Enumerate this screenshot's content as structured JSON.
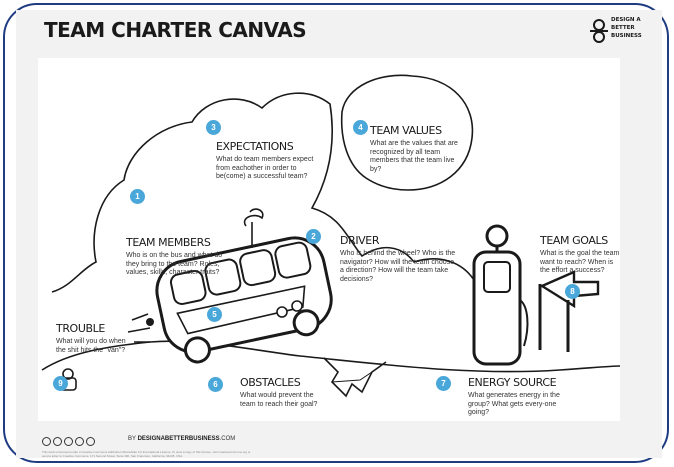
{
  "header": {
    "title": "TEAM CHARTER CANVAS",
    "brand": "DESIGN A\nBETTER\nBUSINESS"
  },
  "blocks": [
    {
      "id": "team-members",
      "number": "1",
      "heading": "TEAM MEMBERS",
      "question": "Who is on the bus and what do they bring to the team? Roles, values, skills, character traits?"
    },
    {
      "id": "driver",
      "number": "2",
      "heading": "DRIVER",
      "question": "Who is behind the wheel? Who is the navigator? How will the team choose a direction? How will the team take decisions?"
    },
    {
      "id": "expectations",
      "number": "3",
      "heading": "EXPECTATIONS",
      "question": "What do team members expect from eachother in order to be(come) a successful team?"
    },
    {
      "id": "team-values",
      "number": "4",
      "heading": "TEAM VALUES",
      "question": "What are the values that are recognized by all team members that the team live by?"
    },
    {
      "id": "purpose",
      "number": "5",
      "heading": "",
      "question": ""
    },
    {
      "id": "obstacles",
      "number": "6",
      "heading": "OBSTACLES",
      "question": "What would prevent the team to reach their goal?"
    },
    {
      "id": "energy-source",
      "number": "7",
      "heading": "ENERGY SOURCE",
      "question": "What generates energy in the group? What gets every-one going?"
    },
    {
      "id": "team-goals",
      "number": "8",
      "heading": "TEAM GOALS",
      "question": "What is the goal the team want to reach? When is the effort a success?"
    },
    {
      "id": "trouble",
      "number": "9",
      "heading": "TROUBLE",
      "question": "What will you do when the shit hits the \"van\"?"
    }
  ],
  "footer": {
    "license_icons": [
      "cc",
      "by",
      "nc",
      "sa",
      "i"
    ],
    "by_prefix": "BY",
    "by_name": "DESIGNABETTERBUSINESS",
    "by_suffix": ".COM",
    "license": "This work is licensed under a Creative Commons Attribution-ShareAlike 3.0 International License. To view a copy of this license, visit creativecommons.org or send a letter to Creative Commons, 171 Second Street, Suite 300, San Francisco, California, 94105, USA."
  },
  "colors": {
    "frame": "#1f3b82",
    "badge": "#4aa7d9",
    "ink": "#1a1a1a",
    "panel": "#f2f2f2"
  }
}
